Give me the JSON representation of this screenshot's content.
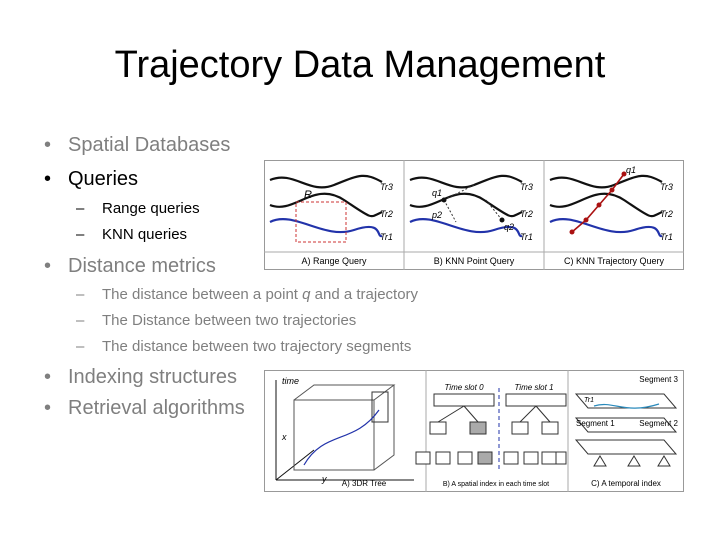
{
  "slide": {
    "title": "Trajectory Data Management",
    "bullets": [
      {
        "label": "Spatial Databases",
        "style": "grey"
      },
      {
        "label": "Queries",
        "style": "dark"
      },
      {
        "label": "Distance metrics",
        "style": "grey"
      },
      {
        "label": "Indexing structures",
        "style": "grey"
      },
      {
        "label": "Retrieval algorithms",
        "style": "grey"
      }
    ],
    "query_subitems": [
      "Range queries",
      "KNN queries"
    ],
    "distance_subitems": [
      {
        "pre": "The distance between a point ",
        "em": "q",
        "post": " and a trajectory"
      },
      {
        "pre": "The Distance between two trajectories",
        "em": "",
        "post": ""
      },
      {
        "pre": "The distance between two trajectory segments",
        "em": "",
        "post": ""
      }
    ],
    "bullet_glyph": "•",
    "dash_glyph": "–"
  },
  "query_figure": {
    "panel_a": {
      "caption": "A) Range Query",
      "region_label": "R"
    },
    "panel_b": {
      "caption": "B) KNN Point Query",
      "labels": [
        "q1",
        "p2",
        "q2"
      ]
    },
    "panel_c": {
      "caption": "C) KNN Trajectory Query",
      "labels": [
        "q1"
      ]
    },
    "trajectory_labels": [
      "Tr3",
      "Tr2",
      "Tr1"
    ],
    "colors": {
      "highlight_blue": "#2233aa",
      "red_query": "#aa1111",
      "range_box": "#cc3333"
    }
  },
  "index_figure": {
    "panel_a": {
      "caption": "A) 3DR Tree",
      "axis_time": "time",
      "axis_x": "x",
      "axis_y": "y"
    },
    "panel_b": {
      "caption": "B) A spatial index in each time slot",
      "slot0": "Time slot 0",
      "slot1": "Time slot 1"
    },
    "panel_c": {
      "caption": "C) A temporal index",
      "seg3": "Segment 3",
      "seg2": "Segment 2",
      "seg1": "Segment 1",
      "tr1": "Tr1"
    }
  }
}
